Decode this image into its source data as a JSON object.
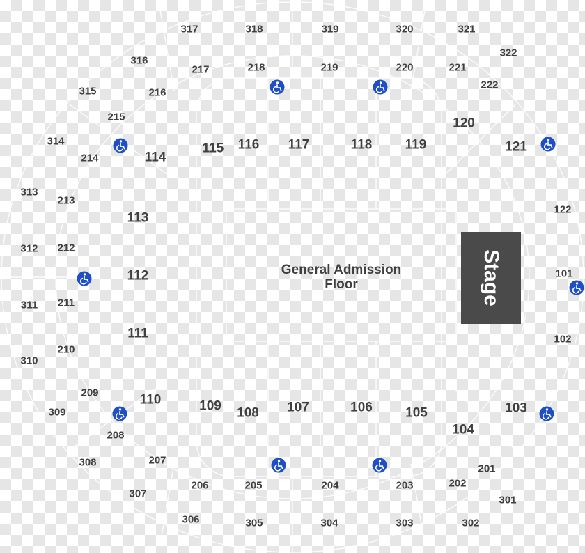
{
  "floor": {
    "line1": "General Admission",
    "line2": "Floor"
  },
  "stage": {
    "label": "Stage"
  },
  "colors": {
    "text": "#404040",
    "accessible_icon": "#1f4fc4",
    "stage": "#4a4a4a"
  },
  "icons": {
    "accessible": "wheelchair-icon"
  },
  "sections": {
    "s317": "317",
    "s318": "318",
    "s319": "319",
    "s320": "320",
    "s321": "321",
    "s322": "322",
    "s316": "316",
    "s315": "315",
    "s314": "314",
    "s313": "313",
    "s312": "312",
    "s311": "311",
    "s310": "310",
    "s309": "309",
    "s308": "308",
    "s307": "307",
    "s306": "306",
    "s305": "305",
    "s304": "304",
    "s303": "303",
    "s302": "302",
    "s301": "301",
    "s217": "217",
    "s218": "218",
    "s219": "219",
    "s220": "220",
    "s221": "221",
    "s222": "222",
    "s216": "216",
    "s215": "215",
    "s214": "214",
    "s213": "213",
    "s212": "212",
    "s211": "211",
    "s210": "210",
    "s209": "209",
    "s208": "208",
    "s207": "207",
    "s206": "206",
    "s205": "205",
    "s204": "204",
    "s203": "203",
    "s202": "202",
    "s201": "201",
    "s120": "120",
    "s115": "115",
    "s116": "116",
    "s117": "117",
    "s118": "118",
    "s119": "119",
    "s114": "114",
    "s121": "121",
    "s122": "122",
    "s113": "113",
    "s112": "112",
    "s101": "101",
    "s111": "111",
    "s102": "102",
    "s110": "110",
    "s109": "109",
    "s108": "108",
    "s107": "107",
    "s106": "106",
    "s105": "105",
    "s103": "103",
    "s104": "104"
  }
}
